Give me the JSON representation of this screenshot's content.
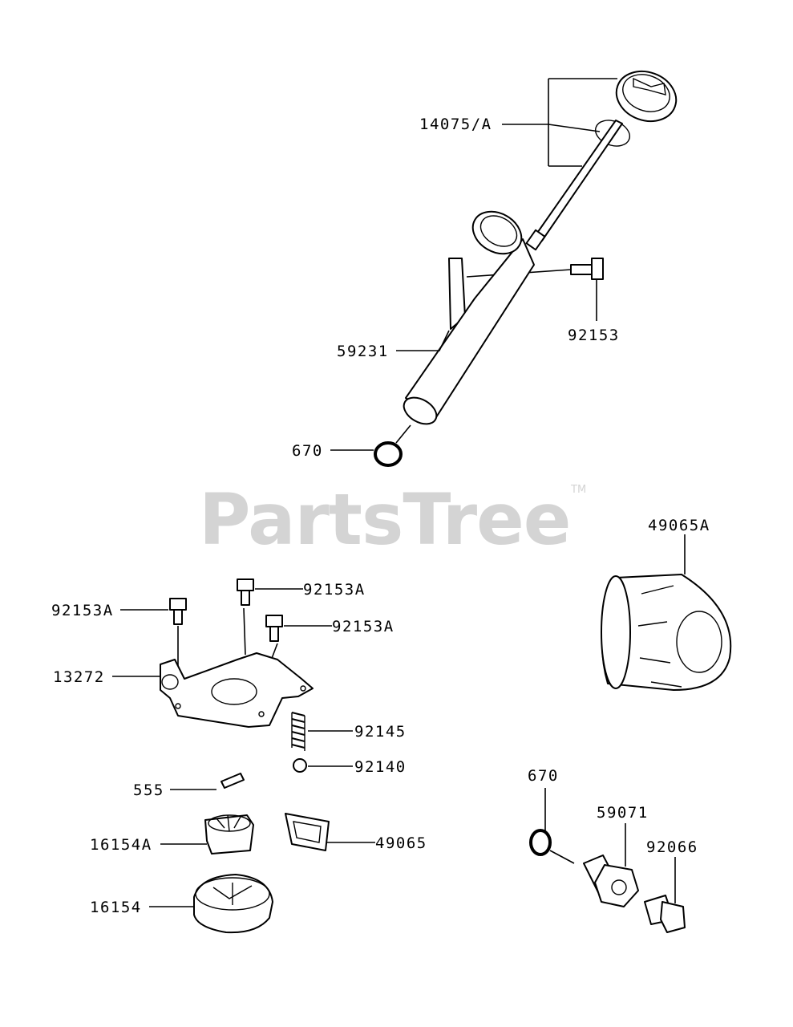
{
  "watermark": {
    "text": "PartsTree",
    "trademark": "TM"
  },
  "callouts": {
    "dipstick": "14075/A",
    "filler_bolt": "92153",
    "filler_tube": "59231",
    "tube_oring": "670",
    "oil_filter": "49065A",
    "bolt_left": "92153A",
    "bolt_top": "92153A",
    "bolt_right": "92153A",
    "plate": "13272",
    "spring": "92145",
    "ball": "92140",
    "pin": "555",
    "inner_rotor": "16154A",
    "screen": "49065",
    "outer_rotor": "16154",
    "drain_oring": "670",
    "drain_valve": "59071",
    "drain_plug": "92066"
  }
}
